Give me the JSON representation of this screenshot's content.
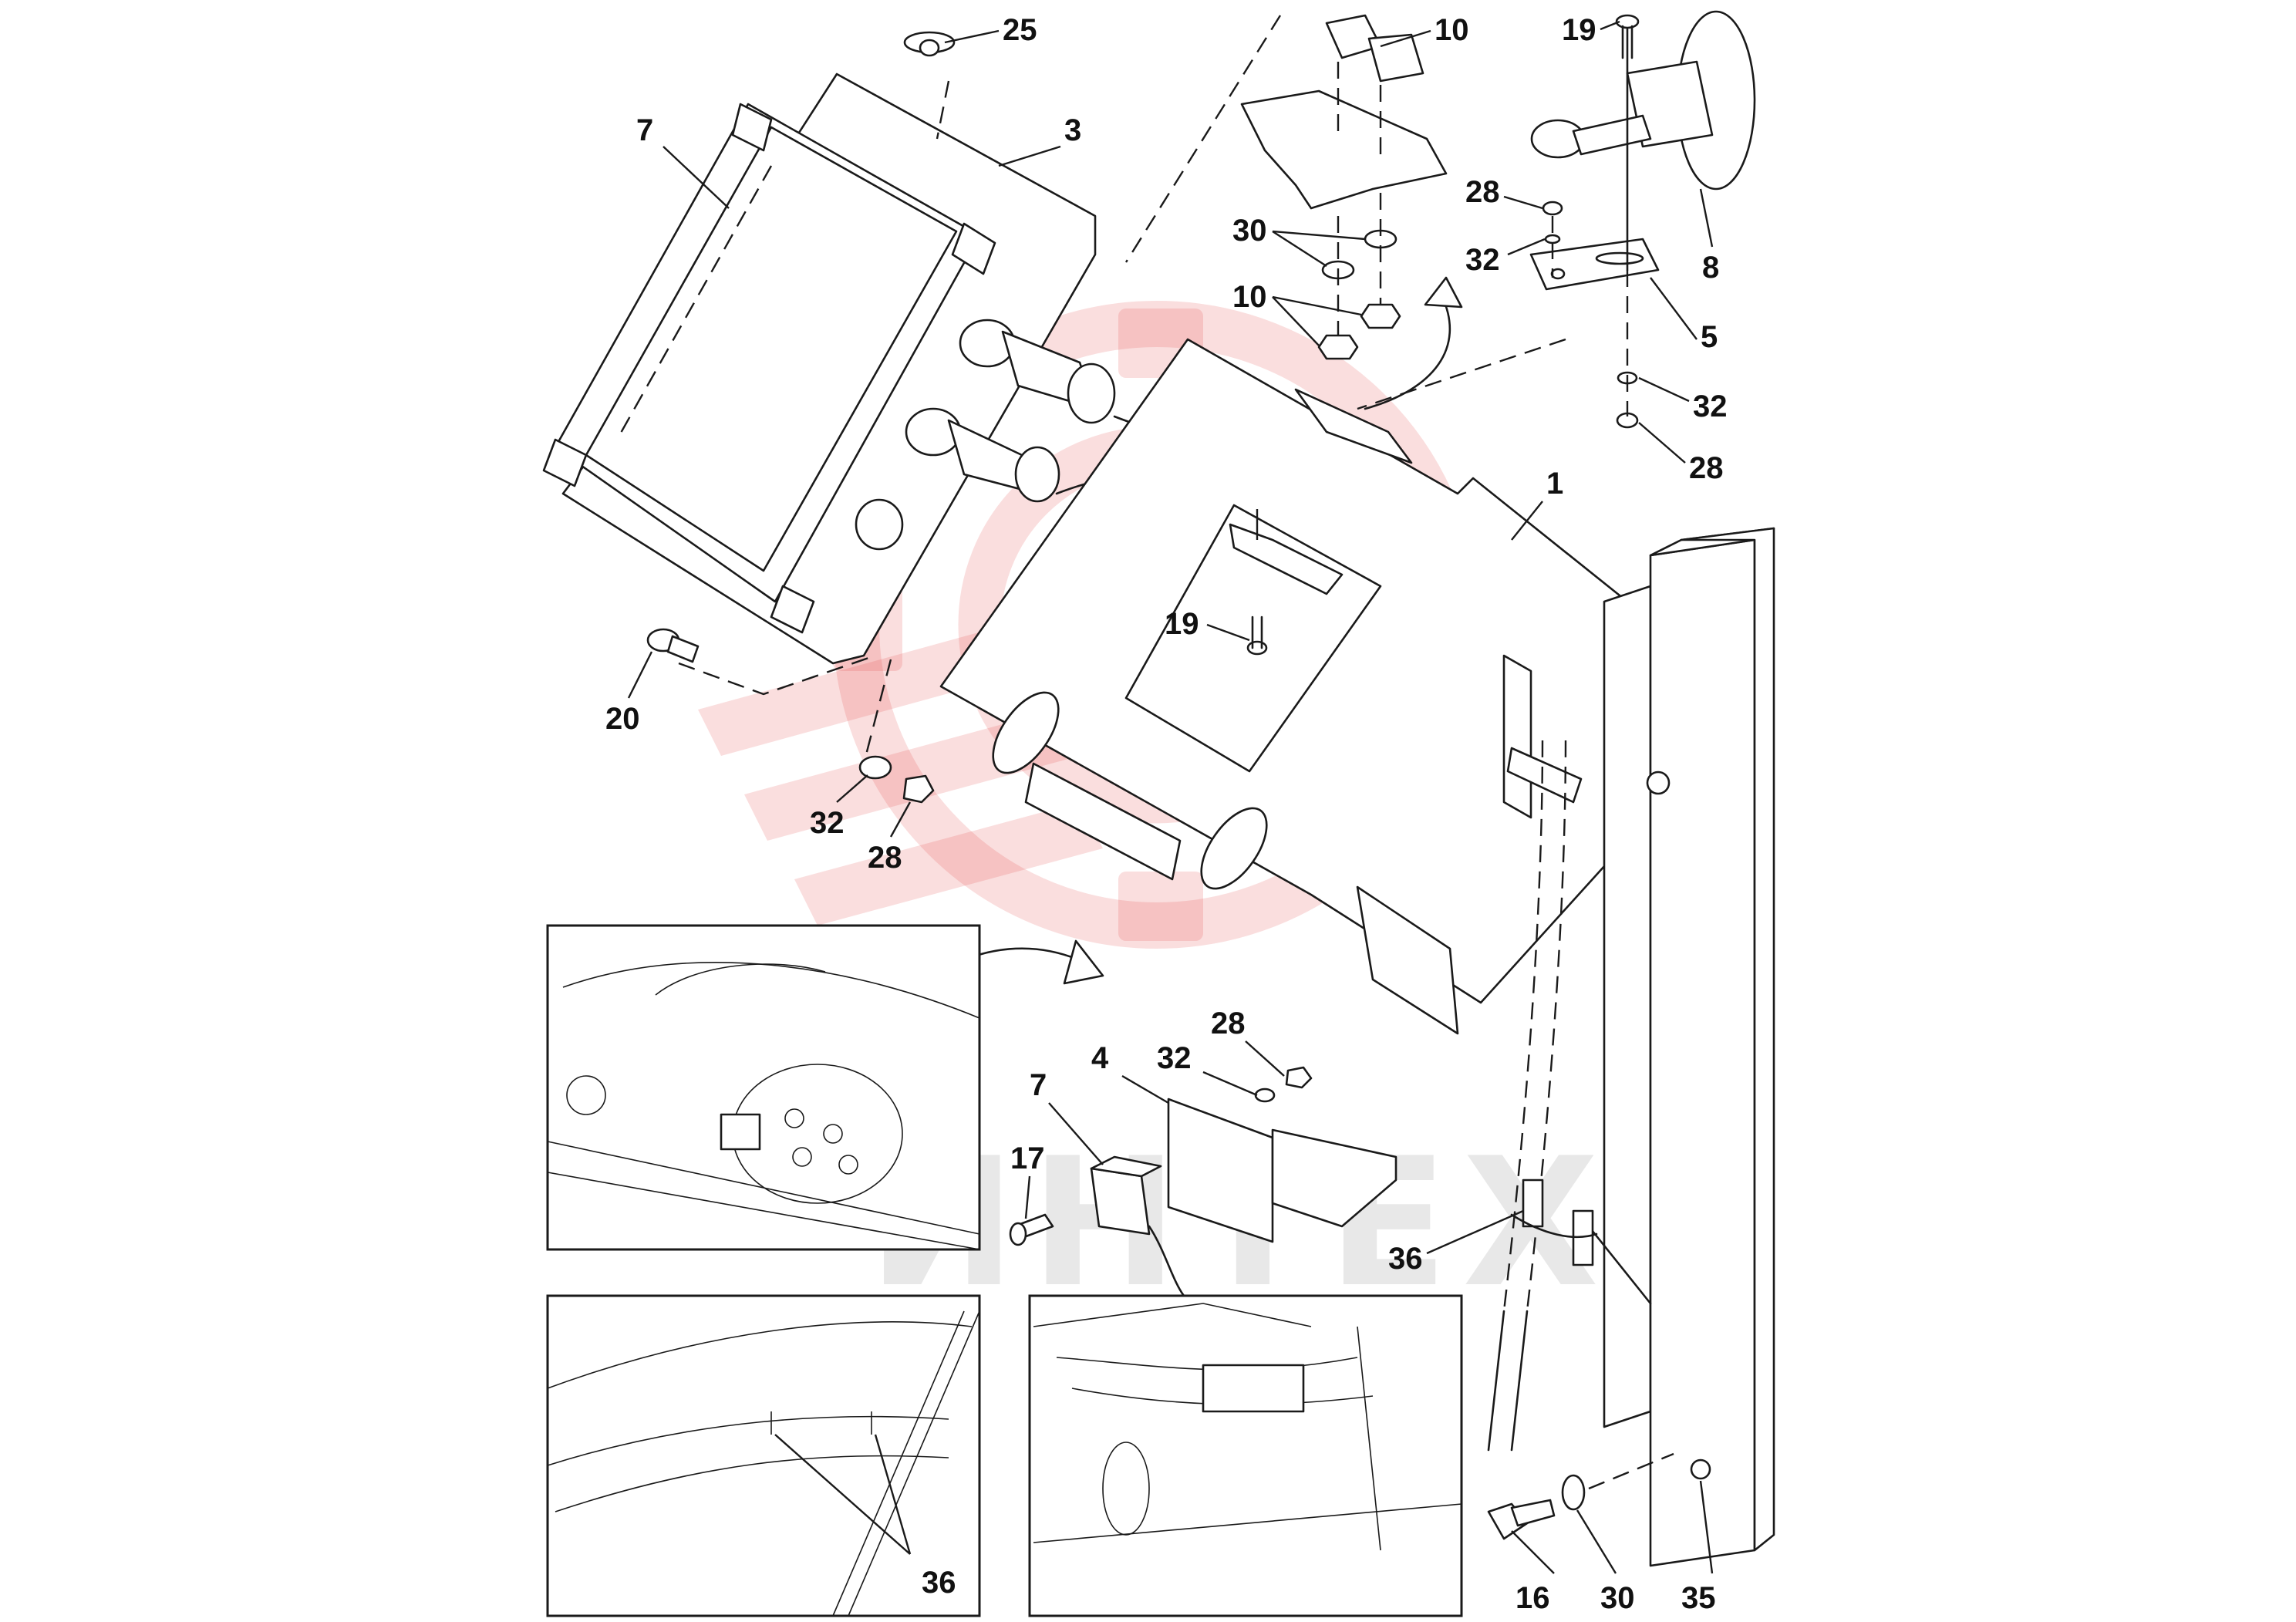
{
  "watermark": {
    "text": "ИНТЕХ",
    "color": "#e23b3b"
  },
  "callouts": [
    {
      "id": "c25a",
      "label": "25"
    },
    {
      "id": "c10a",
      "label": "10"
    },
    {
      "id": "c19a",
      "label": "19"
    },
    {
      "id": "c7a",
      "label": "7"
    },
    {
      "id": "c3",
      "label": "3"
    },
    {
      "id": "c28a",
      "label": "28"
    },
    {
      "id": "c30a",
      "label": "30"
    },
    {
      "id": "c32a",
      "label": "32"
    },
    {
      "id": "c8",
      "label": "8"
    },
    {
      "id": "c10b",
      "label": "10"
    },
    {
      "id": "c5",
      "label": "5"
    },
    {
      "id": "c32b",
      "label": "32"
    },
    {
      "id": "c28b",
      "label": "28"
    },
    {
      "id": "c1",
      "label": "1"
    },
    {
      "id": "c19b",
      "label": "19"
    },
    {
      "id": "c20",
      "label": "20"
    },
    {
      "id": "c32c",
      "label": "32"
    },
    {
      "id": "c28c",
      "label": "28"
    },
    {
      "id": "c28d",
      "label": "28"
    },
    {
      "id": "c4",
      "label": "4"
    },
    {
      "id": "c32d",
      "label": "32"
    },
    {
      "id": "c7b",
      "label": "7"
    },
    {
      "id": "c17",
      "label": "17"
    },
    {
      "id": "c36a",
      "label": "36"
    },
    {
      "id": "c36b",
      "label": "36"
    },
    {
      "id": "c16",
      "label": "16"
    },
    {
      "id": "c30b",
      "label": "30"
    },
    {
      "id": "c35",
      "label": "35"
    }
  ]
}
